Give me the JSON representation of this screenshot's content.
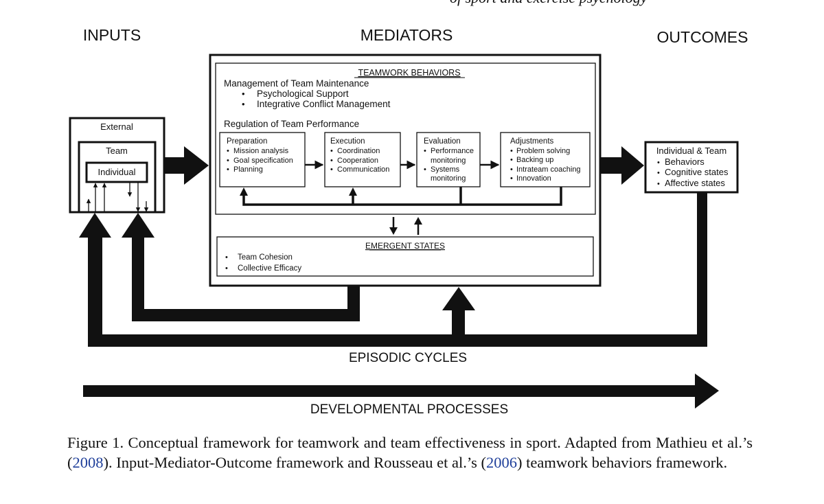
{
  "header_fragment": "of sport and exercise psychology",
  "columns": {
    "inputs": "INPUTS",
    "mediators": "MEDIATORS",
    "outcomes": "OUTCOMES"
  },
  "inputs": {
    "external": "External",
    "team": "Team",
    "individual": "Individual"
  },
  "teamwork": {
    "title": "TEAMWORK BEHAVIORS",
    "maintenance_title": "Management of Team Maintenance",
    "maintenance_items": [
      "Psychological Support",
      "Integrative Conflict Management"
    ],
    "regulation_title": "Regulation of Team Performance",
    "phases": [
      {
        "title": "Preparation",
        "items": [
          "Mission analysis",
          "Goal specification",
          "Planning"
        ]
      },
      {
        "title": "Execution",
        "items": [
          "Coordination",
          "Cooperation",
          "Communication"
        ]
      },
      {
        "title": "Evaluation",
        "items": [
          "Performance",
          "monitoring",
          "Systems",
          "monitoring"
        ]
      },
      {
        "title": "Adjustments",
        "items": [
          "Problem solving",
          "Backing up",
          "Intrateam coaching",
          "Innovation"
        ]
      }
    ]
  },
  "emergent": {
    "title": "EMERGENT STATES",
    "items": [
      "Team Cohesion",
      "Collective Efficacy"
    ]
  },
  "outcomes_box": {
    "title": "Individual & Team",
    "items": [
      "Behaviors",
      "Cognitive states",
      "Affective states"
    ]
  },
  "episodic_label": "EPISODIC CYCLES",
  "developmental_label": "DEVELOPMENTAL PROCESSES",
  "bullet": "•",
  "caption": {
    "part1": "Figure 1. Conceptual framework for teamwork and team effectiveness in sport. Adapted from Mathieu et al.’s (",
    "cite1": "2008",
    "part2": "). Input-Mediator-Outcome framework and Rousseau et al.’s (",
    "cite2": "2006",
    "part3": ") teamwork behaviors framework."
  }
}
